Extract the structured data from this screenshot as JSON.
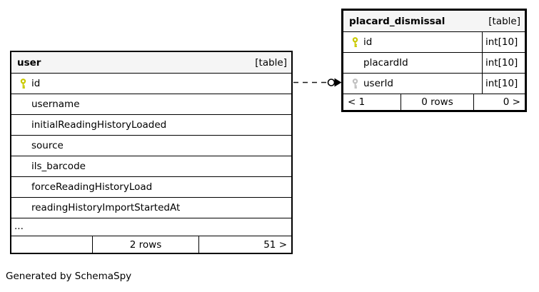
{
  "credit": "Generated by SchemaSpy",
  "colors": {
    "primary_key": "#c9c900",
    "foreign_key": "#c0c0c0",
    "header_bg": "#f5f5f5",
    "border": "#000000"
  },
  "relationship": {
    "style": "dashed",
    "from_table": "user",
    "from_column": "id",
    "to_table": "placard_dismissal",
    "to_column": "userId",
    "end_glyph": "open-circle-arrow"
  },
  "tables": {
    "user": {
      "name": "user",
      "badge": "[table]",
      "columns": [
        {
          "name": "id",
          "key": "primary"
        },
        {
          "name": "username"
        },
        {
          "name": "initialReadingHistoryLoaded"
        },
        {
          "name": "source"
        },
        {
          "name": "ils_barcode"
        },
        {
          "name": "forceReadingHistoryLoad"
        },
        {
          "name": "readingHistoryImportStartedAt"
        }
      ],
      "ellipsis": "...",
      "footer": {
        "left": "",
        "center": "2 rows",
        "right": "51 >"
      }
    },
    "placard_dismissal": {
      "name": "placard_dismissal",
      "badge": "[table]",
      "columns": [
        {
          "name": "id",
          "type": "int[10]",
          "key": "primary"
        },
        {
          "name": "placardId",
          "type": "int[10]"
        },
        {
          "name": "userId",
          "type": "int[10]",
          "key": "foreign"
        }
      ],
      "footer": {
        "left": "< 1",
        "center": "0 rows",
        "right": "0 >"
      }
    }
  }
}
